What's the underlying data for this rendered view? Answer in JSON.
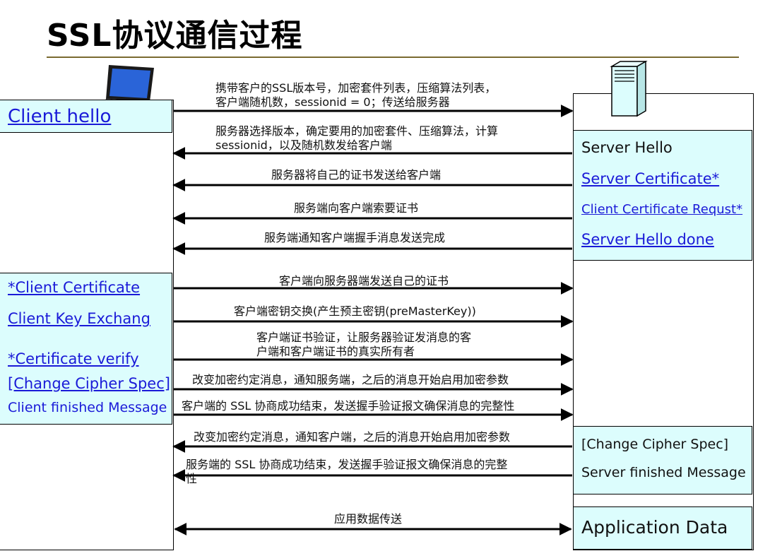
{
  "title": "SSL协议通信过程",
  "client": {
    "hello_box": {
      "label": "Client hello"
    },
    "phase3_box": {
      "items": [
        "*Client Certificate",
        "Client Key Exchang",
        "*Certificate verify",
        "[Change Cipher Spec]",
        "Client finished Message"
      ]
    }
  },
  "server": {
    "hello_box": {
      "items": [
        "Server Hello",
        "Server Certificate*",
        "Client Certificate Requst*",
        "Server Hello done"
      ]
    },
    "finish_box": {
      "items": [
        "[Change Cipher Spec]",
        "Server finished Message"
      ]
    },
    "app_box": {
      "label": "Application Data"
    }
  },
  "messages": [
    {
      "direction": "right",
      "lines": [
        "携带客户的SSL版本号，加密套件列表，压缩算法列表，",
        "客户端随机数，sessionid = 0；传送给服务器"
      ]
    },
    {
      "direction": "left",
      "lines": [
        "服务器选择版本，确定要用的加密套件、压缩算法，计算",
        "sessionid，以及随机数发给客户端"
      ]
    },
    {
      "direction": "left",
      "lines": [
        "服务器将自己的证书发送给客户端"
      ]
    },
    {
      "direction": "left",
      "lines": [
        "服务端向客户端索要证书"
      ]
    },
    {
      "direction": "left",
      "lines": [
        "服务端通知客户端握手消息发送完成"
      ]
    },
    {
      "direction": "right",
      "lines": [
        "客户端向服务器端发送自己的证书"
      ]
    },
    {
      "direction": "right",
      "lines": [
        "客户端密钥交换(产生预主密钥(preMasterKey))"
      ]
    },
    {
      "direction": "right",
      "lines": [
        "客户端证书验证，让服务器验证发消息的客",
        "户端和客户端证书的真实所有者"
      ]
    },
    {
      "direction": "right",
      "lines": [
        "改变加密约定消息，通知服务端，之后的消息开始启用加密参数"
      ]
    },
    {
      "direction": "right",
      "lines": [
        "客户端的 SSL 协商成功结束，发送握手验证报文确保消息的完整性"
      ]
    },
    {
      "direction": "left",
      "lines": [
        "改变加密约定消息，通知客户端，之后的消息开始启用加密参数"
      ]
    },
    {
      "direction": "left",
      "lines": [
        "服务端的 SSL 协商成功结束，发送握手验证报文确保消息的完整",
        "性"
      ]
    },
    {
      "direction": "both",
      "lines": [
        "应用数据传送"
      ]
    }
  ],
  "icons": {
    "client": "laptop-icon",
    "server": "server-tower-icon"
  },
  "colors": {
    "box_fill": "#dcfdfd",
    "link_text": "#1a1ad8",
    "title_rule": "#7a6a30"
  }
}
